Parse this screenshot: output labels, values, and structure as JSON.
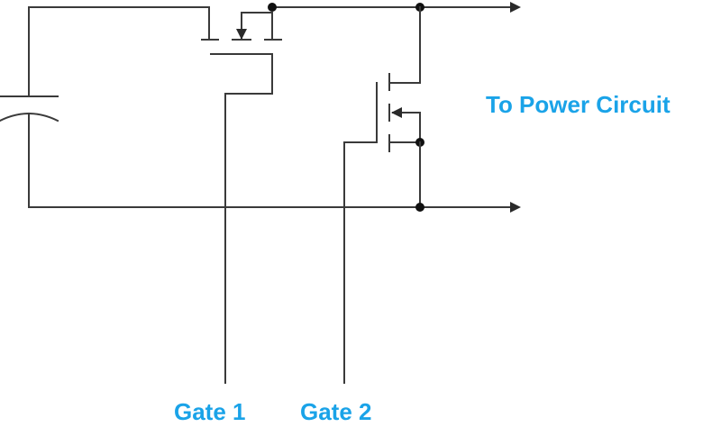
{
  "labels": {
    "power_circuit": "To Power Circuit",
    "gate1": "Gate 1",
    "gate2": "Gate 2"
  },
  "colors": {
    "label": "#1aa3e8",
    "wire": "#3a3a3a",
    "node": "#111111"
  }
}
